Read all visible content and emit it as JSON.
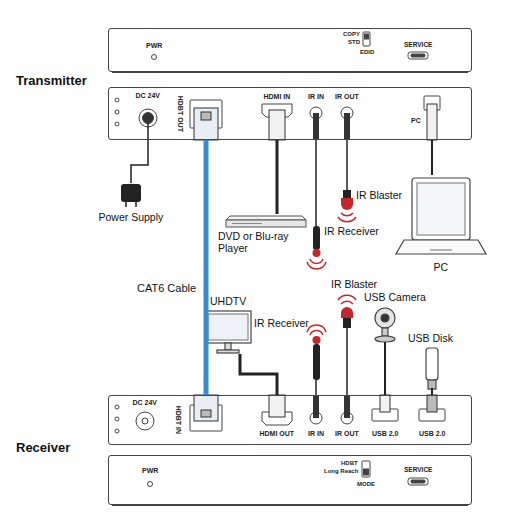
{
  "diagram": {
    "nodes": [
      {
        "text": [
          "PWR",
          "COPY",
          "STD",
          "EDID",
          "SERVICE"
        ]
      },
      {
        "text": [
          "DC 24V",
          "HDBT OUT",
          "HDMI IN",
          "IR IN",
          "IR OUT",
          "PC"
        ]
      },
      {
        "text": [
          "Power Supply"
        ]
      },
      {
        "text": [
          "DVD or Blu-ray Player"
        ]
      },
      {
        "text": [
          "IR Receiver"
        ]
      },
      {
        "text": [
          "IR Blaster"
        ]
      },
      {
        "text": [
          "PC"
        ]
      },
      {
        "text": [
          "UHDTV"
        ]
      },
      {
        "text": [
          "IR Receiver"
        ]
      },
      {
        "text": [
          "IR Blaster"
        ]
      },
      {
        "text": [
          "USB Camera"
        ]
      },
      {
        "text": [
          "USB Disk"
        ]
      },
      {
        "text": [
          "DC 24V",
          "HDBT IN",
          "HDMI OUT",
          "IR IN",
          "IR OUT",
          "USB 2.0",
          "USB 2.0"
        ]
      },
      {
        "text": [
          "PWR",
          "HDBT",
          "Long Reach",
          "MODE",
          "SERVICE"
        ]
      }
    ],
    "edges": [
      {
        "from": 1,
        "to": 2,
        "arrow": "none"
      },
      {
        "from": 1,
        "to": 12,
        "label": "CAT6 Cable",
        "arrow": "none"
      },
      {
        "from": 1,
        "to": 3,
        "arrow": "none"
      },
      {
        "from": 1,
        "to": 4,
        "arrow": "none"
      },
      {
        "from": 1,
        "to": 5,
        "arrow": "none"
      },
      {
        "from": 1,
        "to": 6,
        "arrow": "none"
      },
      {
        "from": 12,
        "to": 7,
        "arrow": "none"
      },
      {
        "from": 12,
        "to": 8,
        "arrow": "none"
      },
      {
        "from": 12,
        "to": 9,
        "arrow": "none"
      },
      {
        "from": 12,
        "to": 10,
        "arrow": "none"
      },
      {
        "from": 12,
        "to": 11,
        "arrow": "none"
      }
    ],
    "labels": [
      "Transmitter",
      "Receiver"
    ]
  }
}
